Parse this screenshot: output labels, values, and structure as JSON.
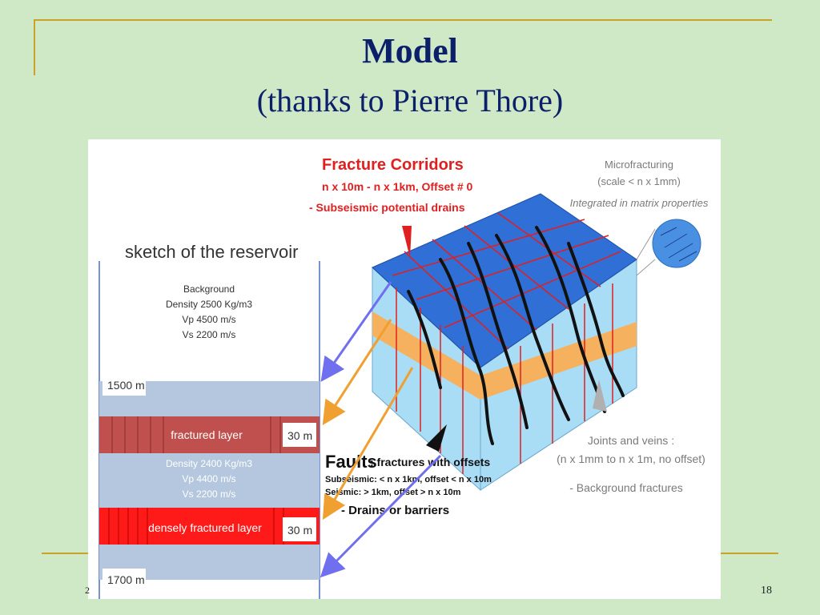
{
  "slide": {
    "title": "Model",
    "subtitle": "(thanks to Pierre Thore)",
    "page_number": "18",
    "footer_left": "2"
  },
  "sketch": {
    "heading": "sketch of the reservoir",
    "background_lines": [
      "Background",
      "Density 2500 Kg/m3",
      "Vp 4500 m/s",
      "Vs 2200 m/s"
    ],
    "depth_top": "1500 m",
    "depth_bottom": "1700 m",
    "fractured_layer": "fractured layer",
    "densely_fractured_layer": "densely fractured layer",
    "thickness_1": "30 m",
    "thickness_2": "30 m",
    "mid_lines": [
      "Density 2400 Kg/m3",
      "Vp 4400 m/s",
      "Vs 2200 m/s"
    ]
  },
  "block": {
    "fracture_corridors_title": "Fracture Corridors",
    "fracture_corridors_l1": "n x 10m - n x 1km, Offset # 0",
    "fracture_corridors_l2": "- Subseismic potential drains",
    "micro_l1": "Microfracturing",
    "micro_l2": "(scale < n x 1mm)",
    "micro_l3": "Integrated in matrix properties",
    "faults_title": "Faults",
    "faults_rest": ": fractures with offsets",
    "faults_l1": "Subseismic: < n x 1km, offset < n x 10m",
    "faults_l2": "Seismic: > 1km, offset > n x 10m",
    "faults_l3": "- Drains or barriers",
    "joints_l1": "Joints and veins :",
    "joints_l2": "(n x 1mm to n x 1m, no offset)",
    "joints_l3": "- Background fractures"
  },
  "colors": {
    "title": "#0b1f6b",
    "frame": "#c9a227",
    "background": "#cfe9c6",
    "layer_blue": "#b4c7de",
    "fractured": "#c0504d",
    "dense": "#ff0000",
    "block_top": "#2f6fd6",
    "block_side": "#a9dcf5",
    "orange_band": "#f6b15e",
    "label_red": "#e02020"
  }
}
